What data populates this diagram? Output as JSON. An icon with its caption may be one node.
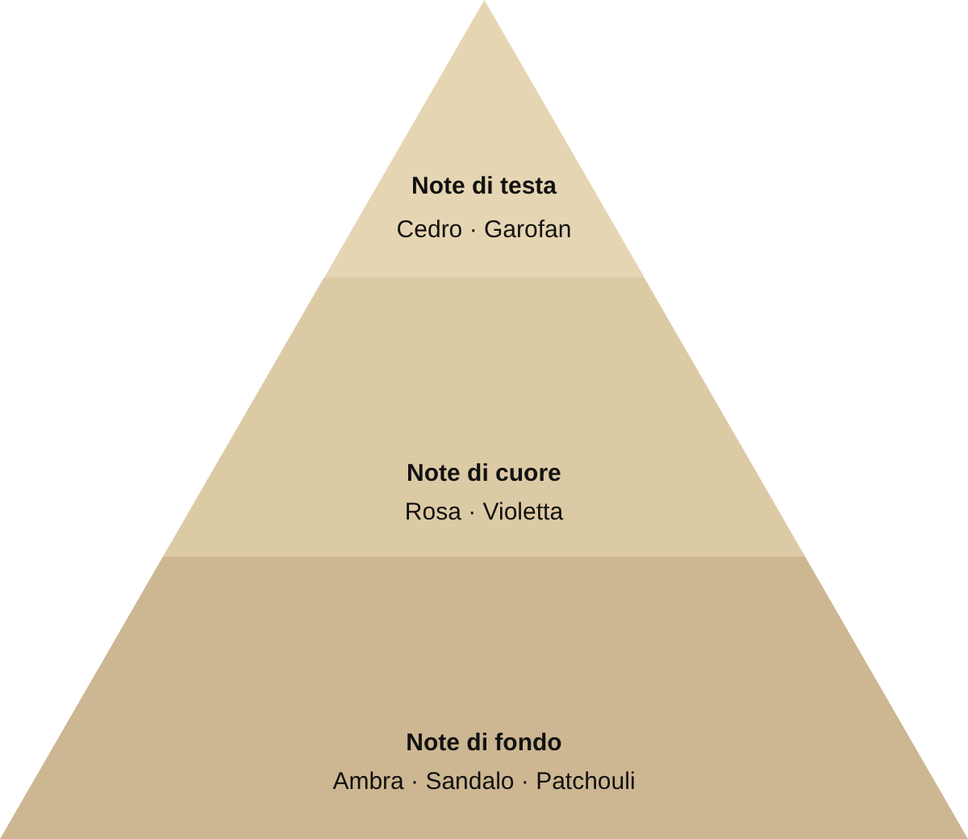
{
  "diagram": {
    "nodes": [
      {
        "text": [
          "Note di testa",
          "Cedro · Garofan"
        ]
      },
      {
        "text": [
          "Note di cuore",
          "Rosa · Violetta"
        ]
      },
      {
        "text": [
          "Note di fondo",
          "Ambra · Sandalo · Patchouli"
        ]
      }
    ]
  }
}
